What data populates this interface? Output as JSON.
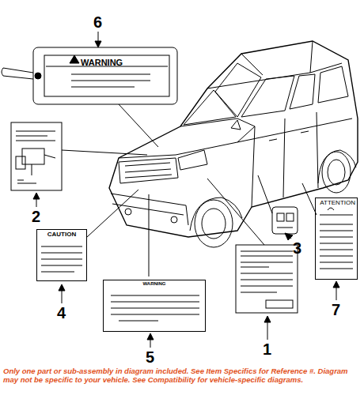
{
  "diagram": {
    "nodes": [
      {
        "text": [
          "WARNING"
        ]
      },
      {
        "text": [
          "CAUTION"
        ]
      },
      {
        "text": [
          "WARNING"
        ]
      },
      {
        "text": [
          "ATTENTION"
        ]
      },
      {
        "text": [
          "Only one part or sub-assembly in diagram included. See Item Specifics for Reference #. Diagram may not be specific to your vehicle. See Compatibility for vehicle-specific diagrams."
        ]
      }
    ],
    "labels": [
      "6",
      "2",
      "4",
      "5",
      "1",
      "3",
      "7"
    ]
  }
}
